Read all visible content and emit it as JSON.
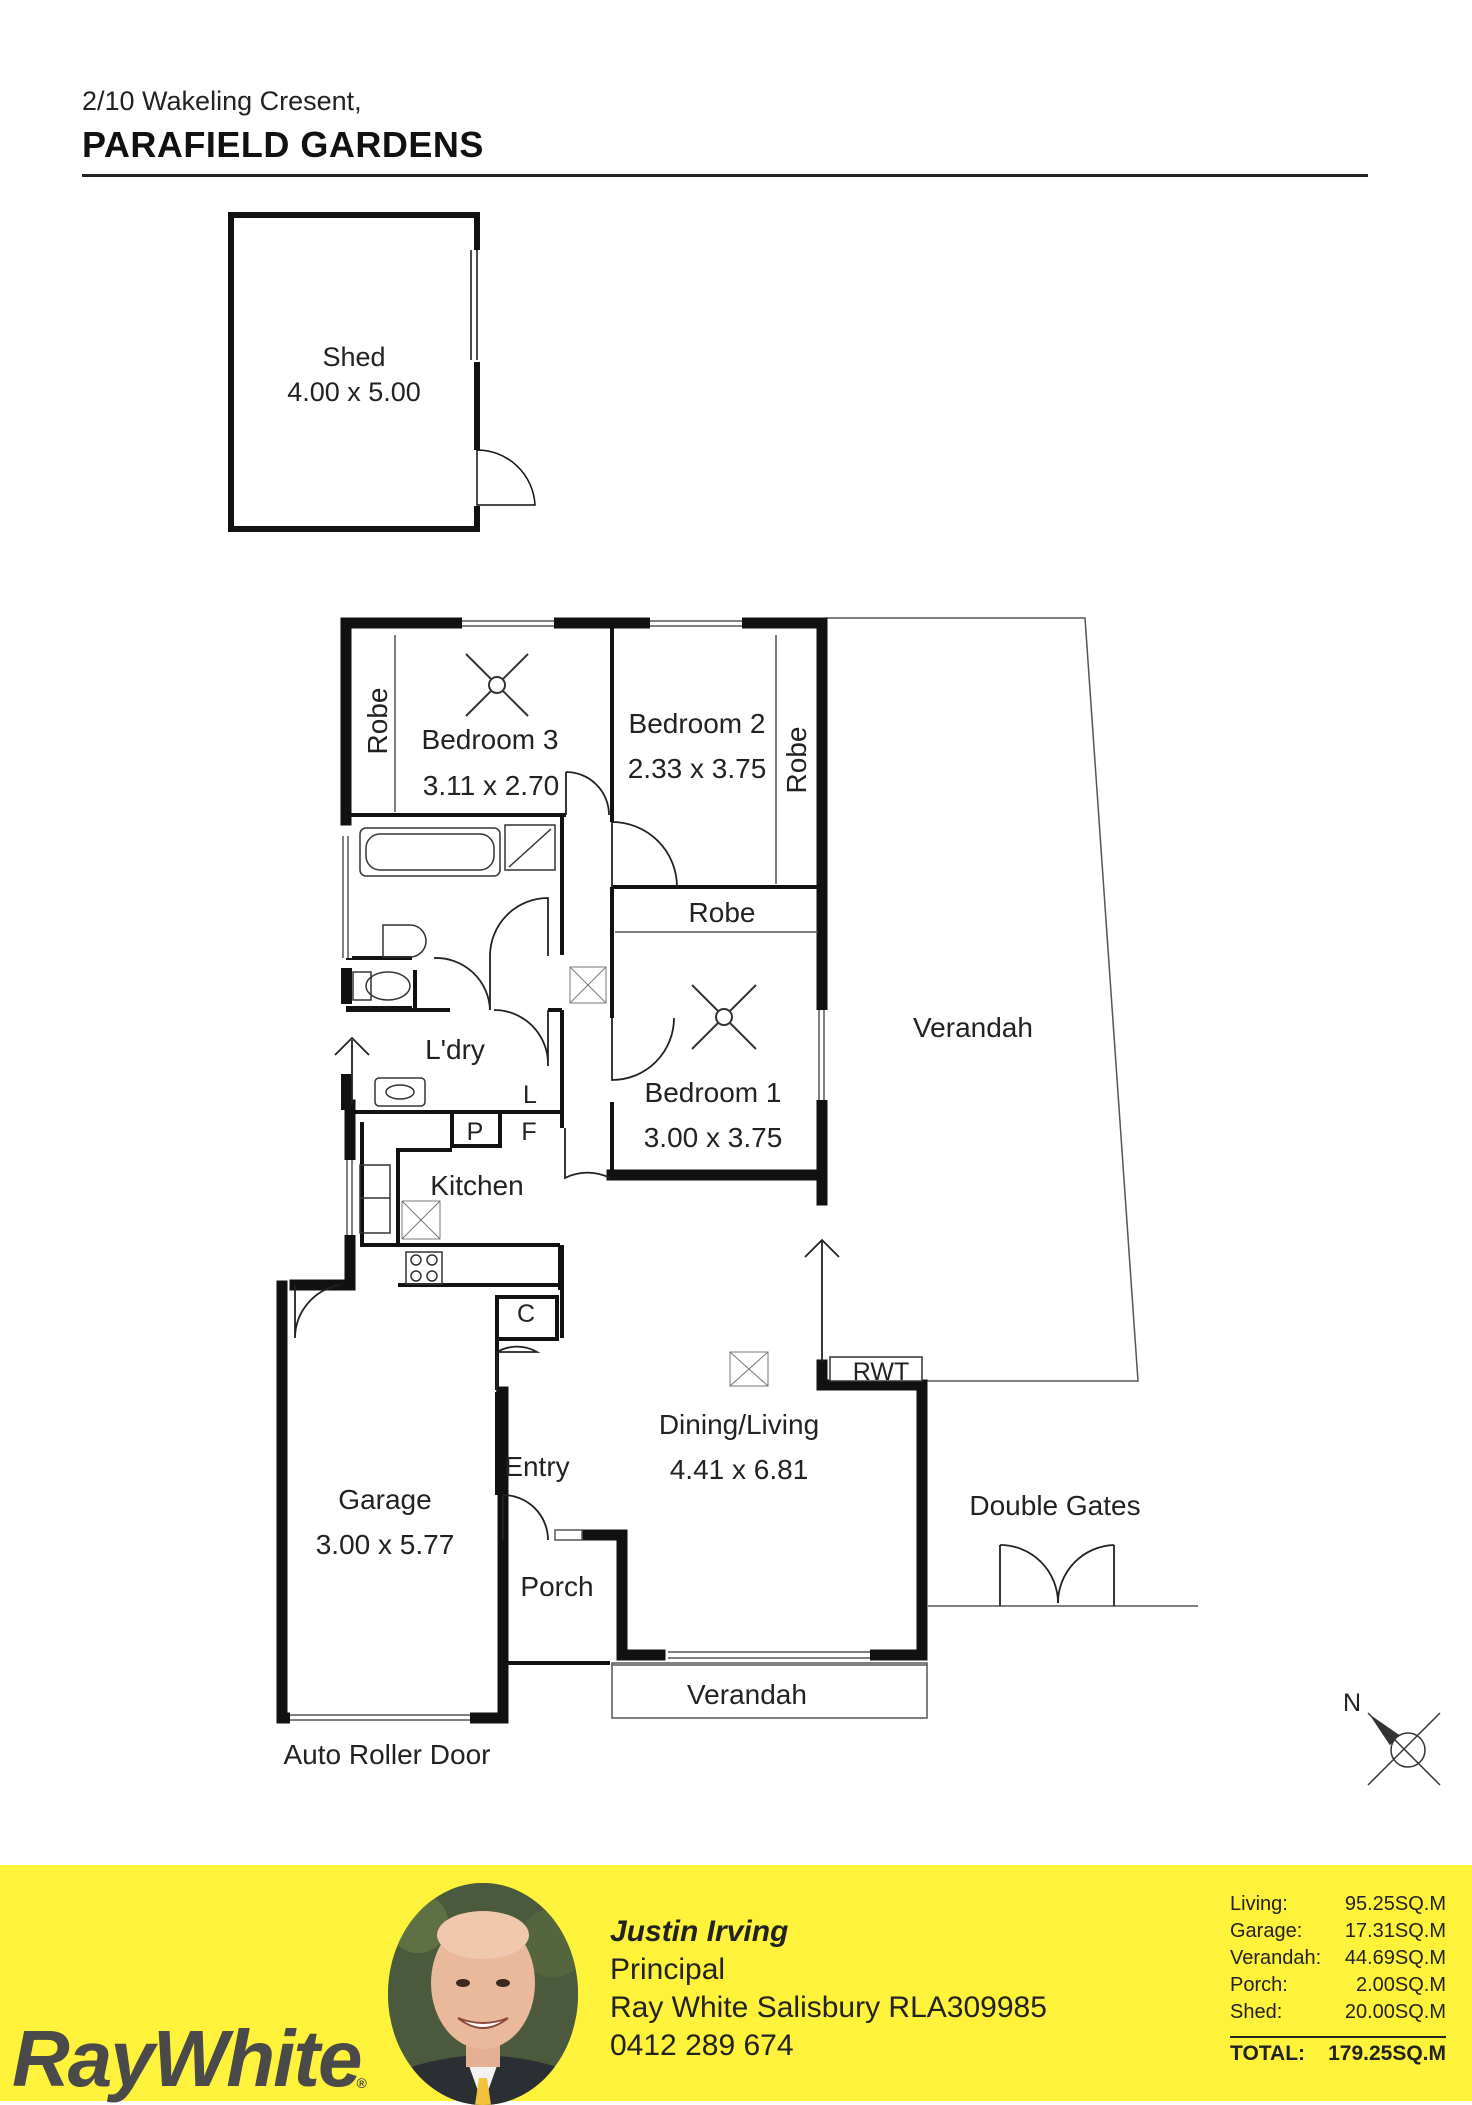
{
  "header": {
    "address": "2/10 Wakeling Cresent,",
    "suburb": "PARAFIELD GARDENS"
  },
  "rooms": {
    "shed_name": "Shed",
    "shed_size": "4.00 x 5.00",
    "bedroom3_name": "Bedroom 3",
    "bedroom3_size": "3.11 x 2.70",
    "bedroom2_name": "Bedroom 2",
    "bedroom2_size": "2.33 x 3.75",
    "bedroom1_name": "Bedroom 1",
    "bedroom1_size": "3.00 x 3.75",
    "robe_label": "Robe",
    "laundry": "L'dry",
    "laundry_l": "L",
    "pantry_p": "P",
    "fridge_f": "F",
    "kitchen": "Kitchen",
    "cupboard_c": "C",
    "verandah": "Verandah",
    "rwt": "RWT",
    "dining_name": "Dining/Living",
    "dining_size": "4.41 x 6.81",
    "entry": "Entry",
    "porch": "Porch",
    "garage_name": "Garage",
    "garage_size": "3.00 x 5.77",
    "double_gates": "Double Gates",
    "front_verandah": "Verandah",
    "roller_door": "Auto Roller Door",
    "north": "N"
  },
  "agent": {
    "name": "Justin Irving",
    "title": "Principal",
    "office": "Ray White Salisbury RLA309985",
    "phone": "0412 289 674"
  },
  "brand": {
    "logo": "RayWhite",
    "mark": "®",
    "footer_color": "#fff23a"
  },
  "areas": {
    "items": [
      {
        "label": "Living:",
        "value": "95.25SQ.M"
      },
      {
        "label": "Garage:",
        "value": "17.31SQ.M"
      },
      {
        "label": "Verandah:",
        "value": "44.69SQ.M"
      },
      {
        "label": "Porch:",
        "value": "2.00SQ.M"
      },
      {
        "label": "Shed:",
        "value": "20.00SQ.M"
      }
    ],
    "total_label": "TOTAL:",
    "total_value": "179.25SQ.M"
  }
}
